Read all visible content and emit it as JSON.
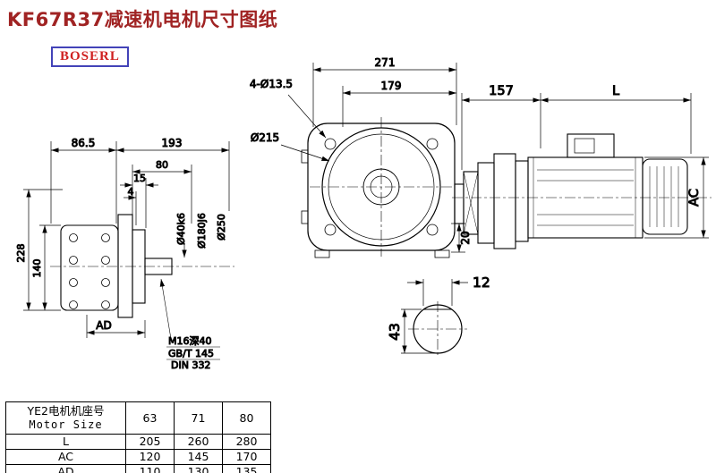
{
  "page": {
    "title": "KF67R37减速机电机尺寸图纸",
    "brand": "BOSERL"
  },
  "front_view": {
    "overall_width": "271",
    "flange_width": "179",
    "bolt_holes": "4-Ø13.5",
    "pilot_dia": "Ø215",
    "depth": "20"
  },
  "side_view": {
    "dim_86_5": "86.5",
    "dim_193": "193",
    "dim_80": "80",
    "dim_15": "15",
    "dim_4": "4",
    "dim_228": "228",
    "dim_140": "140",
    "dim_AD": "AD",
    "shaft_dia": "Ø40k6",
    "spigot_dia": "Ø180j6",
    "flange_dia": "Ø250",
    "tap_spec": "M16深40",
    "tap_std1": "GB/T 145",
    "tap_std2": "DIN 332"
  },
  "motor_view": {
    "dim_157": "157",
    "dim_L": "L",
    "dim_AC": "AC"
  },
  "shaft_section": {
    "key_width": "12",
    "height_to_flat": "43"
  },
  "table": {
    "header": {
      "line1": "YE2电机机座号",
      "line2": "Motor Size"
    },
    "sizes": [
      "63",
      "71",
      "80"
    ],
    "rows": [
      {
        "label": "L",
        "values": [
          "205",
          "260",
          "280"
        ]
      },
      {
        "label": "AC",
        "values": [
          "120",
          "145",
          "170"
        ]
      },
      {
        "label": "AD",
        "values": [
          "110",
          "130",
          "135"
        ]
      }
    ]
  }
}
